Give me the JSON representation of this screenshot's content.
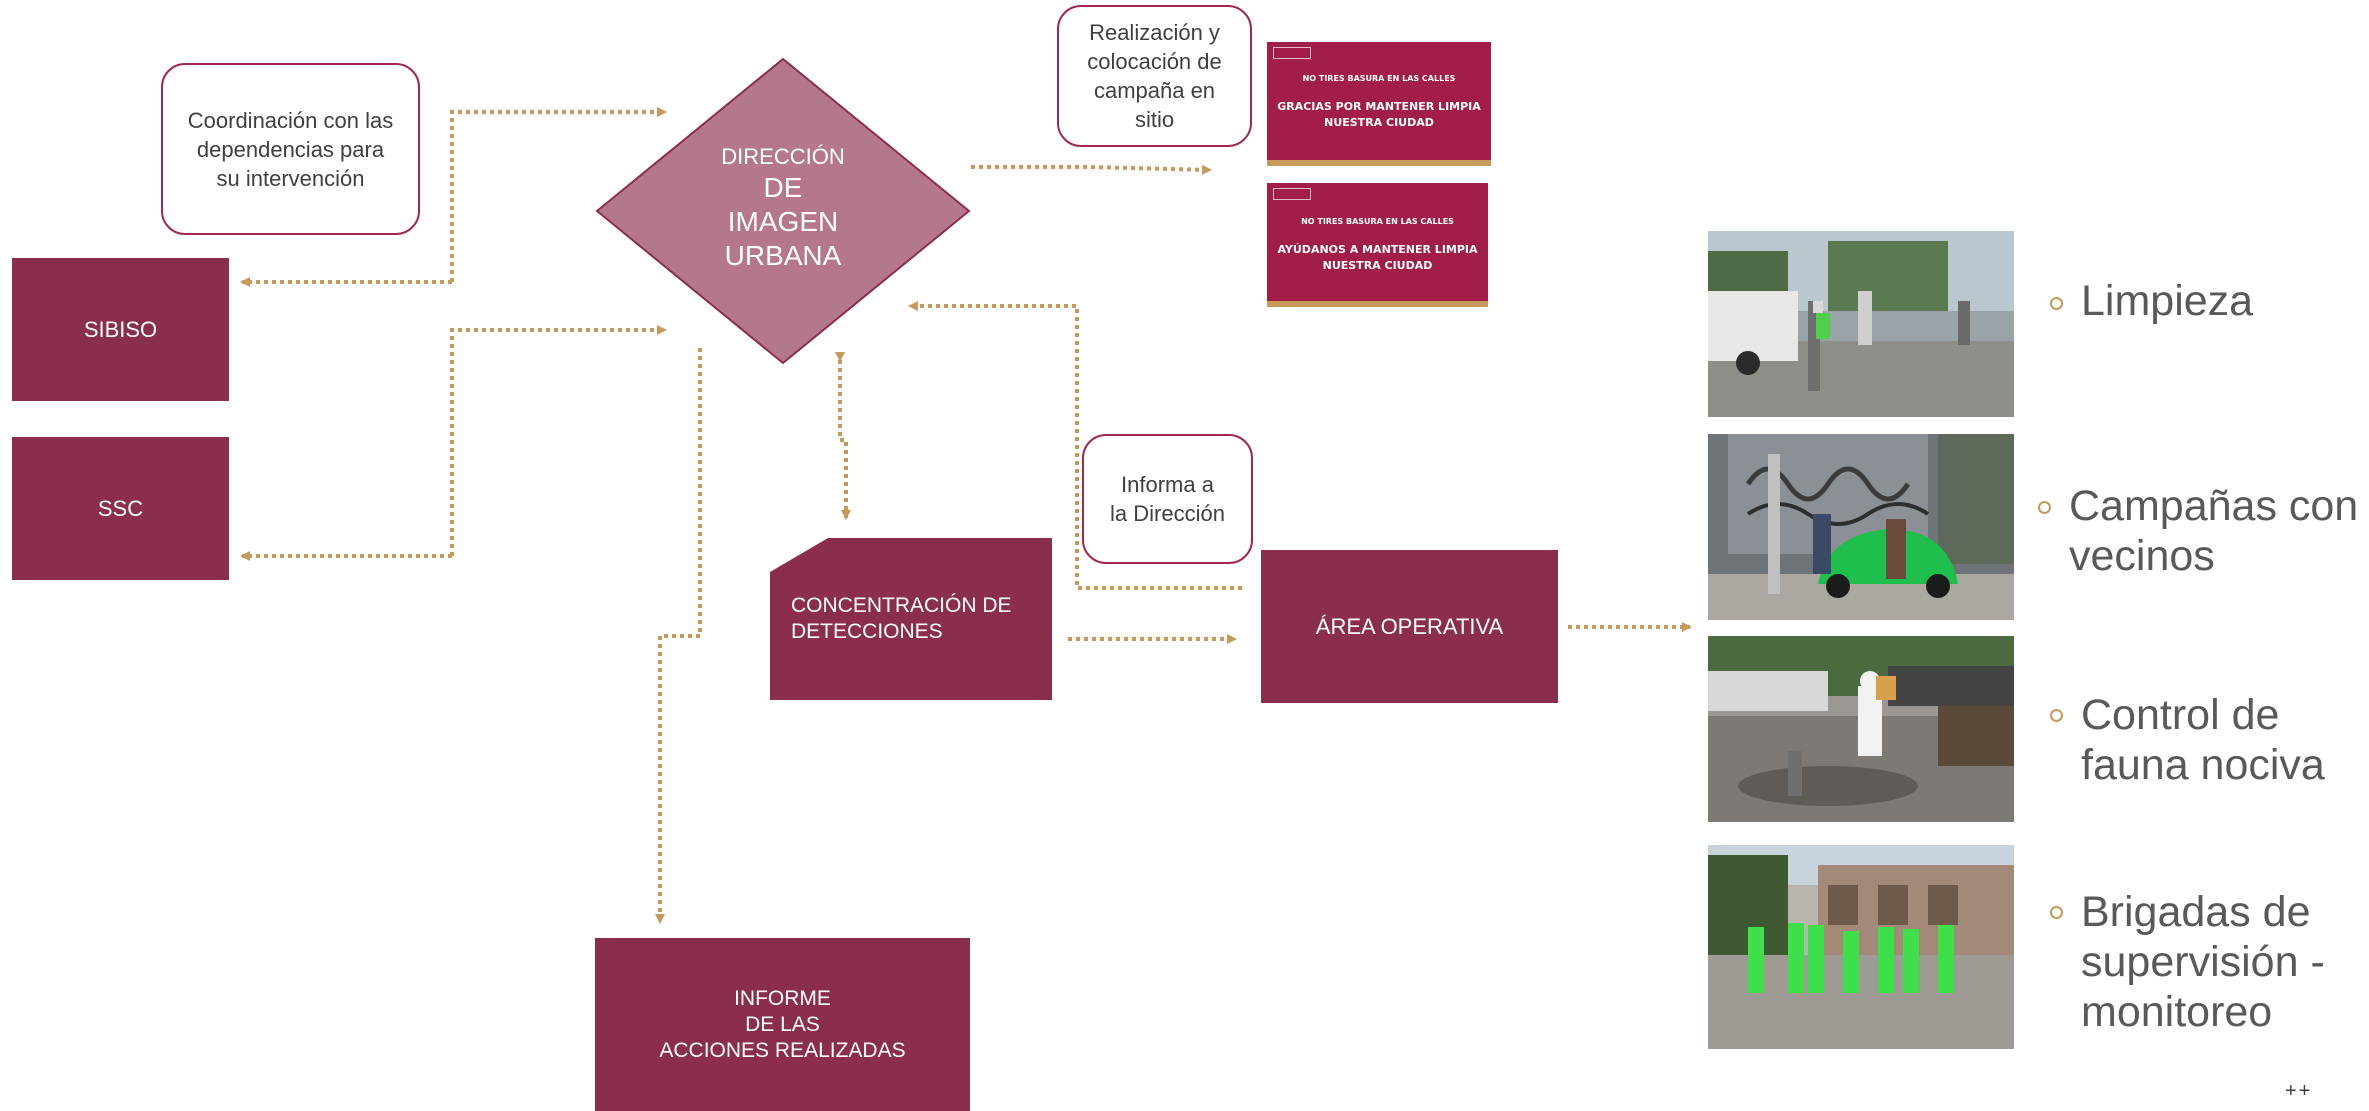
{
  "diagram": {
    "center_label": {
      "line1": "DIRECCIÓN",
      "line2": "DE",
      "line3": "IMAGEN",
      "line4": "URBANA"
    },
    "callouts": {
      "coordinacion": "Coordinación con las dependencias para su intervención",
      "realizacion": "Realización y colocación de campaña en sitio",
      "informa": "Informa a la Dirección"
    },
    "boxes": {
      "sibiso": "SIBISO",
      "ssc": "SSC",
      "concentracion": {
        "line1": "CONCENTRACIÓN DE",
        "line2": "DETECCIONES"
      },
      "area_operativa": "ÁREA OPERATIVA",
      "informe": {
        "line1": "INFORME",
        "line2": "DE LAS",
        "line3": "ACCIONES REALIZADAS"
      }
    },
    "posters": [
      {
        "header": "NO TIRES BASURA EN LAS CALLES",
        "line1": "GRACIAS POR MANTENER LIMPIA",
        "line2": "NUESTRA CIUDAD"
      },
      {
        "header": "NO TIRES BASURA EN LAS CALLES",
        "line1": "AYÚDANOS A MANTENER LIMPIA",
        "line2": "NUESTRA CIUDAD"
      }
    ],
    "actions": [
      {
        "line1": "Limpieza",
        "line2": "",
        "line3": ""
      },
      {
        "line1": "Campañas con",
        "line2": "vecinos",
        "line3": ""
      },
      {
        "line1": "Control de",
        "line2": "fauna nociva",
        "line3": ""
      },
      {
        "line1": "Brigadas de",
        "line2": "supervisión -",
        "line3": "monitoreo"
      }
    ],
    "footer_mark": "++"
  },
  "colors": {
    "box": "#8b2e4b",
    "diamond": "#b5788a",
    "callout_border": "#a3284f",
    "arrow": "#c89a5a",
    "text_gray": "#595959"
  }
}
